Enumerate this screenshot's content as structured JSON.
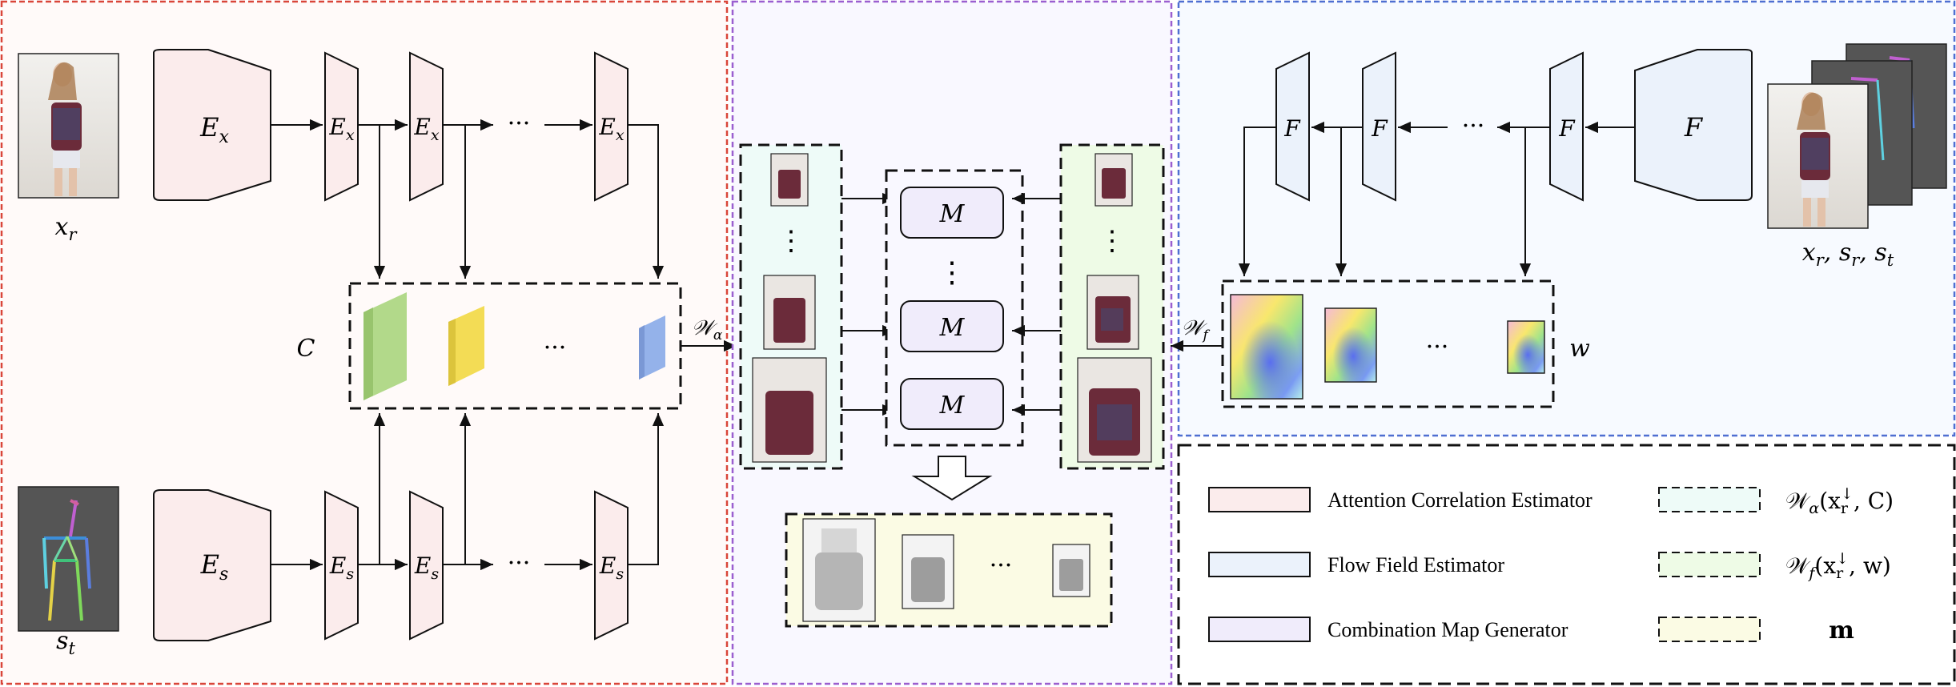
{
  "colors": {
    "red_frame": "#d9463a",
    "purple_frame": "#9b5fd0",
    "blue_frame": "#4f6fd1",
    "attention_fill": "#fbecec",
    "flow_fill": "#ebf2fb",
    "combination_fill": "#f0ecfb",
    "wa_fill": "#eefbf8",
    "wf_fill": "#eefbe6",
    "m_fill": "#fbfbe4",
    "panel_left_bg": "#fffaf9",
    "panel_mid_bg": "#f9f8ff",
    "panel_right_bg": "#f7faff",
    "feat_green": "#b2d98a",
    "feat_yellow": "#f3dc55",
    "feat_blue": "#94b2ea"
  },
  "left_panel": {
    "ref_image_label": "x_r",
    "pose_image_label": "s_t",
    "encoder_x_big": "E_x",
    "encoder_x_small": [
      "E_x",
      "E_x",
      "E_x"
    ],
    "encoder_s_big": "E_s",
    "encoder_s_small": [
      "E_s",
      "E_s",
      "E_s"
    ],
    "dots": "···",
    "correlation_label": "C",
    "wa_label": "𝒲_α"
  },
  "middle_panel": {
    "generator_labels": [
      "M",
      "M",
      "M"
    ],
    "vdots": "⋮",
    "dots": "···"
  },
  "right_panel": {
    "flow_big": "F",
    "flow_small": [
      "F",
      "F",
      "F"
    ],
    "dots": "···",
    "inputs_label": "x_r, s_r, s_t",
    "flow_label": "w",
    "wf_label": "𝒲_f"
  },
  "legend": {
    "items": [
      {
        "text": "Attention Correlation Estimator"
      },
      {
        "text": "Flow Field Estimator"
      },
      {
        "text": "Combination Map Generator"
      }
    ],
    "math": [
      {
        "op": "𝒲_α",
        "args": "(x_r^↓, C)"
      },
      {
        "op": "𝒲_f",
        "args": "(x_r^↓, w)"
      },
      {
        "op": "m",
        "args": ""
      }
    ]
  }
}
